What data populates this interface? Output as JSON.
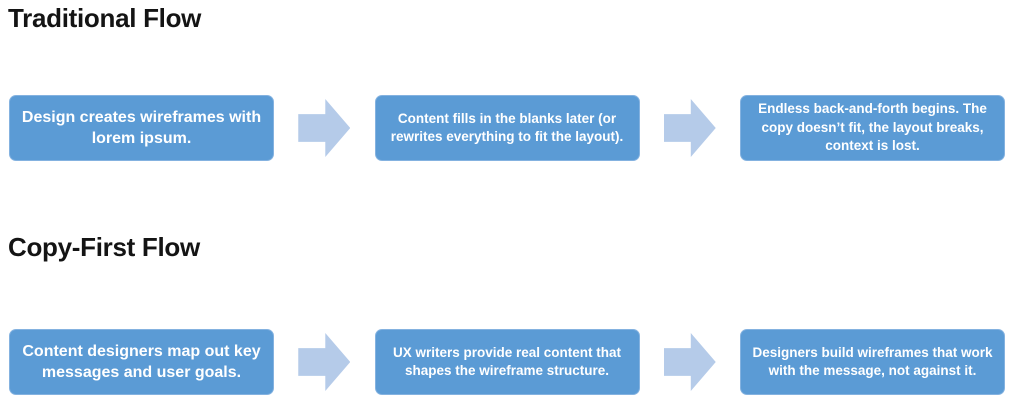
{
  "colors": {
    "background": "#ffffff",
    "box_fill": "#5b9bd5",
    "box_border": "#84b2e0",
    "box_text": "#ffffff",
    "arrow_fill": "#b5cbe9",
    "title_text": "#141414"
  },
  "flows": [
    {
      "title": "Traditional Flow",
      "steps": [
        {
          "lines": [
            "Design creates wireframes with",
            "lorem ipsum."
          ]
        },
        {
          "lines": [
            "Content fills in the blanks later (or",
            "rewrites everything to fit the layout)."
          ]
        },
        {
          "lines": [
            "Endless back-and-forth begins. The",
            "copy doesn’t fit, the layout breaks,",
            "context is lost."
          ]
        }
      ]
    },
    {
      "title": "Copy-First Flow",
      "steps": [
        {
          "lines": [
            "Content designers map out key",
            "messages and user goals."
          ]
        },
        {
          "lines": [
            "UX writers provide real content that",
            "shapes the wireframe structure."
          ]
        },
        {
          "lines": [
            "Designers build wireframes that work",
            "with the message, not against it."
          ]
        }
      ]
    }
  ]
}
